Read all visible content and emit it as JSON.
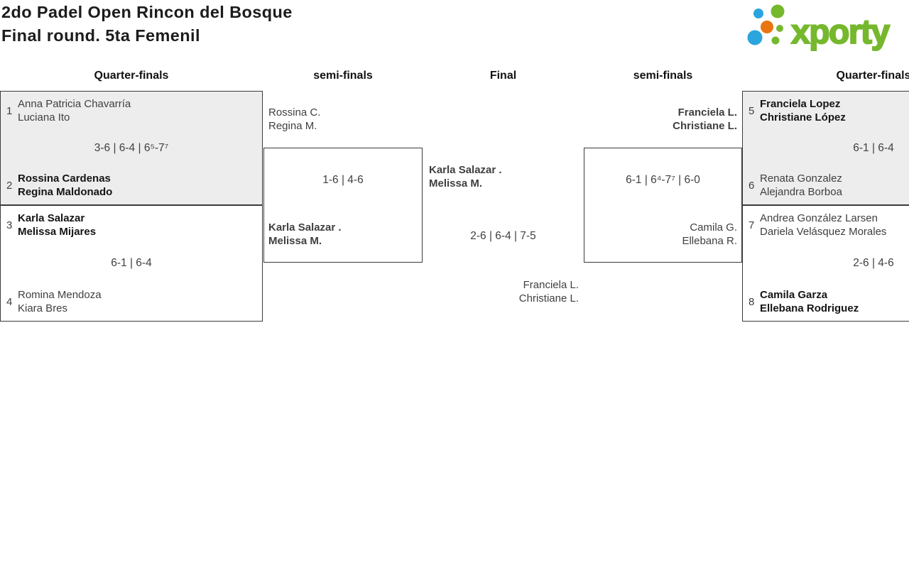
{
  "header": {
    "title_line1": "2do Padel Open Rincon del Bosque",
    "title_line2": "Final round. 5ta Femenil",
    "logo": {
      "text": "xporty",
      "colors": {
        "green": "#76b82d",
        "blue": "#2aa5dd",
        "orange": "#e8750f"
      }
    }
  },
  "columns": [
    "Quarter-finals",
    "semi-finals",
    "Final",
    "semi-finals",
    "Quarter-finals"
  ],
  "theme": {
    "gray_fill": "#ededed",
    "border": "#3b3b3b",
    "text": "#3f3f3f",
    "text_bold": "#151515"
  },
  "matches": {
    "qf_left_top": {
      "team1": {
        "seed": "1",
        "line1": "Anna Patricia Chavarría",
        "line2": "Luciana Ito",
        "winner": false
      },
      "score": "3-6 | 6-4 | 6⁵-7⁷",
      "team2": {
        "seed": "2",
        "line1": "Rossina Cardenas",
        "line2": "Regina Maldonado",
        "winner": true
      }
    },
    "qf_left_bottom": {
      "team1": {
        "seed": "3",
        "line1": "Karla Salazar",
        "line2": "Melissa Mijares",
        "winner": true
      },
      "score": "6-1 | 6-4",
      "team2": {
        "seed": "4",
        "line1": "Romina Mendoza",
        "line2": "Kiara Bres",
        "winner": false
      }
    },
    "sf_left": {
      "team1": {
        "line1": "Rossina C.",
        "line2": "Regina M.",
        "winner": false
      },
      "score": "1-6 | 4-6",
      "team2": {
        "line1": "Karla Salazar .",
        "line2": "Melissa M.",
        "winner": true
      }
    },
    "final": {
      "team1": {
        "line1": "Karla Salazar .",
        "line2": "Melissa M.",
        "winner": true
      },
      "score": "2-6 | 6-4 | 7-5",
      "team2": {
        "line1": "Franciela L.",
        "line2": "Christiane L.",
        "winner": false
      }
    },
    "sf_right": {
      "team1": {
        "line1": "Franciela L.",
        "line2": "Christiane L.",
        "winner": true
      },
      "score": "6-1 | 6⁴-7⁷ | 6-0",
      "team2": {
        "line1": "Camila G.",
        "line2": "Ellebana R.",
        "winner": false
      }
    },
    "qf_right_top": {
      "team1": {
        "seed": "5",
        "line1": "Franciela Lopez",
        "line2": "Christiane López",
        "winner": true
      },
      "score": "6-1 | 6-4",
      "team2": {
        "seed": "6",
        "line1": "Renata Gonzalez",
        "line2": "Alejandra Borboa",
        "winner": false
      }
    },
    "qf_right_bottom": {
      "team1": {
        "seed": "7",
        "line1": "Andrea González Larsen",
        "line2": "Dariela Velásquez Morales",
        "winner": false
      },
      "score": "2-6 | 4-6",
      "team2": {
        "seed": "8",
        "line1": "Camila Garza",
        "line2": "Ellebana Rodriguez",
        "winner": true
      }
    }
  }
}
